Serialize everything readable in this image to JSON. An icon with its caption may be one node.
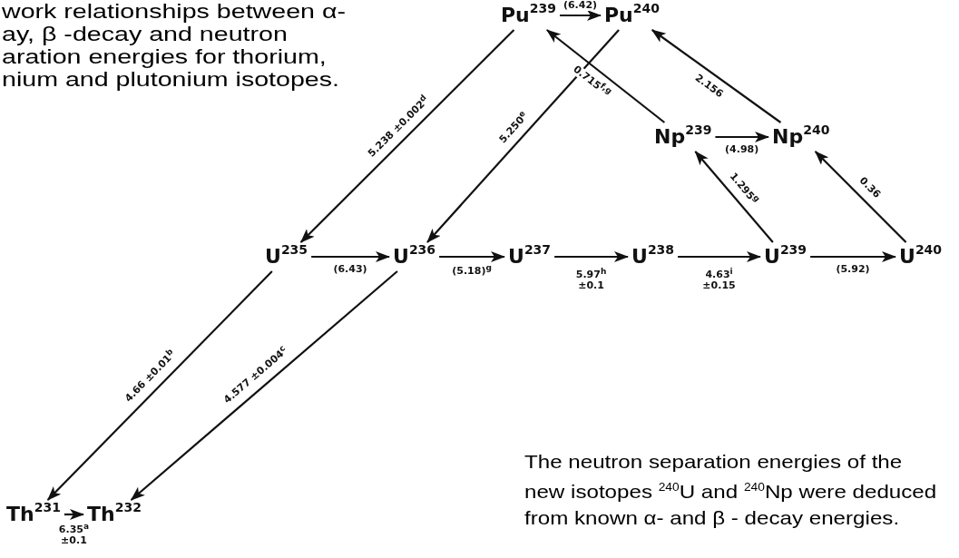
{
  "diagram": {
    "caption": "work relationships between α- ay, β -decay and neutron aration energies for thorium, nium and plutonium isotopes.",
    "nodes": [
      {
        "text": [
          "Pu$^{239}$"
        ]
      },
      {
        "text": [
          "Pu$^{240}$"
        ]
      },
      {
        "text": [
          "Np$^{239}$"
        ]
      },
      {
        "text": [
          "Np$^{240}$"
        ]
      },
      {
        "text": [
          "U$^{235}$"
        ]
      },
      {
        "text": [
          "U$^{236}$"
        ]
      },
      {
        "text": [
          "U$^{237}$"
        ]
      },
      {
        "text": [
          "U$^{238}$"
        ]
      },
      {
        "text": [
          "U$^{239}$"
        ]
      },
      {
        "text": [
          "U$^{240}$"
        ]
      },
      {
        "text": [
          "Th$^{231}$"
        ]
      },
      {
        "text": [
          "Th$^{232}$"
        ]
      }
    ],
    "edges": [
      {
        "from": 0,
        "to": 1,
        "arrow": "to",
        "label": "(6.42)"
      },
      {
        "from": 0,
        "to": 4,
        "arrow": "to",
        "label": "5.238 ±0.002$^{d}$"
      },
      {
        "from": 1,
        "to": 5,
        "arrow": "to",
        "label": "5.250$^{e}$"
      },
      {
        "from": 2,
        "to": 0,
        "arrow": "to",
        "label": "0.715$^{f,g}$"
      },
      {
        "from": 3,
        "to": 1,
        "arrow": "to",
        "label": "2.156"
      },
      {
        "from": 2,
        "to": 3,
        "arrow": "to",
        "label": "(4.98)"
      },
      {
        "from": 8,
        "to": 2,
        "arrow": "to",
        "label": "1.295$^{g}$"
      },
      {
        "from": 9,
        "to": 3,
        "arrow": "to",
        "label": "0.36"
      },
      {
        "from": 4,
        "to": 5,
        "arrow": "to",
        "label": "(6.43)"
      },
      {
        "from": 5,
        "to": 6,
        "arrow": "to",
        "label": "(5.18)$^{g}$"
      },
      {
        "from": 6,
        "to": 7,
        "arrow": "to",
        "label": "5.97$^{h}$ ±0.1"
      },
      {
        "from": 7,
        "to": 8,
        "arrow": "to",
        "label": "4.63$^{i}$ ±0.15"
      },
      {
        "from": 8,
        "to": 9,
        "arrow": "to",
        "label": "(5.92)"
      },
      {
        "from": 4,
        "to": 10,
        "arrow": "to",
        "label": "4.66 ±0.01$^{b}$"
      },
      {
        "from": 5,
        "to": 11,
        "arrow": "to",
        "label": "4.577 ±0.004$^{c}$"
      },
      {
        "from": 10,
        "to": 11,
        "arrow": "to",
        "label": "6.35$^{a}$ ±0.1"
      }
    ],
    "labels": [
      "The neutron separation energies of the new isotopes $^{240}$U and $^{240}$Np were deduced from known α- and β - decay energies."
    ]
  }
}
